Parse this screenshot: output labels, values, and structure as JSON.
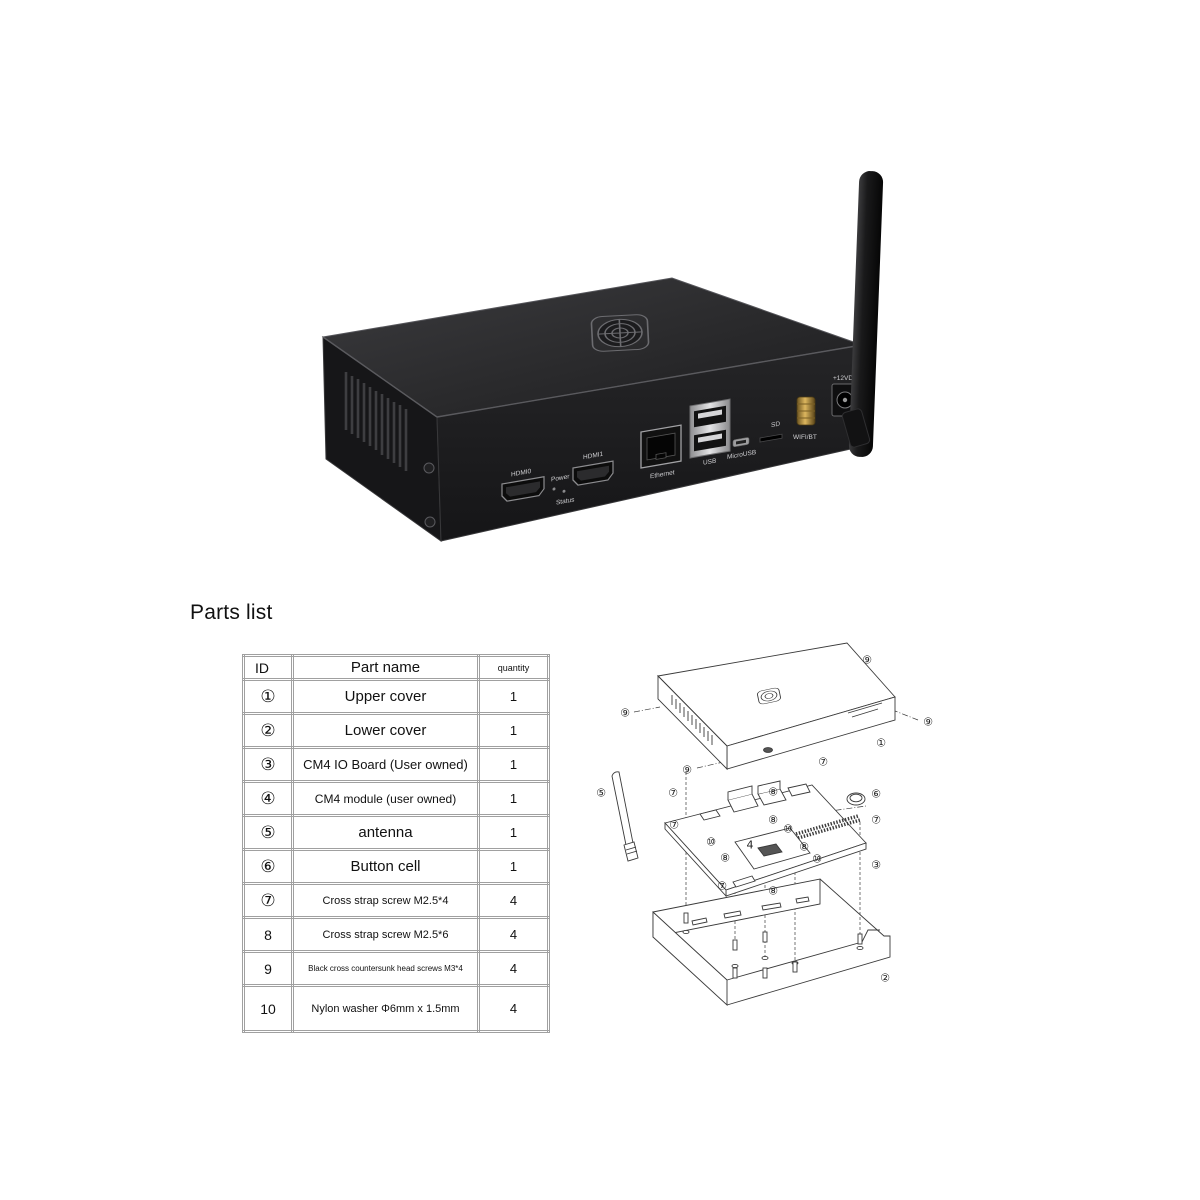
{
  "product": {
    "port_labels": {
      "hdmi0": "HDMI0",
      "power": "Power",
      "status": "Status",
      "hdmi1": "HDMI1",
      "ethernet": "Ethernet",
      "usb": "USB",
      "microusb": "MicroUSB",
      "sd": "SD",
      "wifibt": "WIFI/BT",
      "dc": "+12VDC"
    }
  },
  "parts_list": {
    "title": "Parts list",
    "columns": [
      "ID",
      "Part name",
      "quantity"
    ],
    "rows": [
      {
        "id": "①",
        "name": "Upper cover",
        "qty": "1"
      },
      {
        "id": "②",
        "name": "Lower cover",
        "qty": "1"
      },
      {
        "id": "③",
        "name": "CM4 IO Board (User owned)",
        "qty": "1"
      },
      {
        "id": "④",
        "name": "CM4 module (user owned)",
        "qty": "1"
      },
      {
        "id": "⑤",
        "name": "antenna",
        "qty": "1"
      },
      {
        "id": "⑥",
        "name": "Button cell",
        "qty": "1"
      },
      {
        "id": "⑦",
        "name": "Cross strap screw M2.5*4",
        "qty": "4"
      },
      {
        "id": "8",
        "name": "Cross strap screw M2.5*6",
        "qty": "4"
      },
      {
        "id": "9",
        "name": "Black cross countersunk head screws M3*4",
        "qty": "4"
      },
      {
        "id": "10",
        "name": "Nylon washer Φ6mm x 1.5mm",
        "qty": "4"
      }
    ]
  },
  "diagram": {
    "labels": [
      "⑨",
      "⑨",
      "⑨",
      "①",
      "⑨",
      "⑦",
      "⑤",
      "⑦",
      "⑧",
      "⑥",
      "⑦",
      "⑧",
      "⑩",
      "⑦",
      "⑩",
      "4",
      "⑧",
      "⑧",
      "⑩",
      "③",
      "⑦",
      "⑧",
      "②"
    ]
  },
  "colors": {
    "device_body": "#161618",
    "table_border": "#a0a0a0",
    "line_art": "#3a3a3a",
    "antenna_connector": "#c9a24e"
  }
}
